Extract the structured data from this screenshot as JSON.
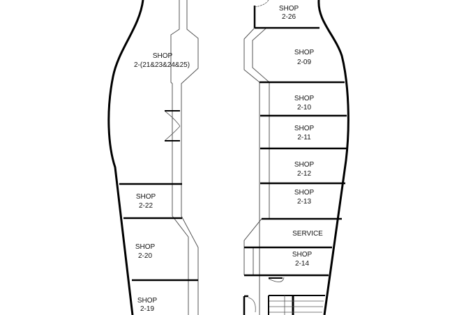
{
  "colors": {
    "wall": "#000000",
    "partition": "#555555",
    "background": "#ffffff"
  },
  "shops": [
    {
      "id": "s-21-25",
      "line1": "SHOP",
      "line2": "2-(21&23&24&25)"
    },
    {
      "id": "s-22",
      "line1": "SHOP",
      "line2": "2-22"
    },
    {
      "id": "s-20",
      "line1": "SHOP",
      "line2": "2-20"
    },
    {
      "id": "s-19",
      "line1": "SHOP",
      "line2": "2-19"
    },
    {
      "id": "s-26",
      "line1": "SHOP",
      "line2": "2-26"
    },
    {
      "id": "s-09",
      "line1": "SHOP",
      "line2": "2-09"
    },
    {
      "id": "s-10",
      "line1": "SHOP",
      "line2": "2-10"
    },
    {
      "id": "s-11",
      "line1": "SHOP",
      "line2": "2-11"
    },
    {
      "id": "s-12",
      "line1": "SHOP",
      "line2": "2-12"
    },
    {
      "id": "s-13",
      "line1": "SHOP",
      "line2": "2-13"
    },
    {
      "id": "service",
      "line1": "SERVICE",
      "line2": ""
    },
    {
      "id": "s-14",
      "line1": "SHOP",
      "line2": "2-14"
    }
  ]
}
